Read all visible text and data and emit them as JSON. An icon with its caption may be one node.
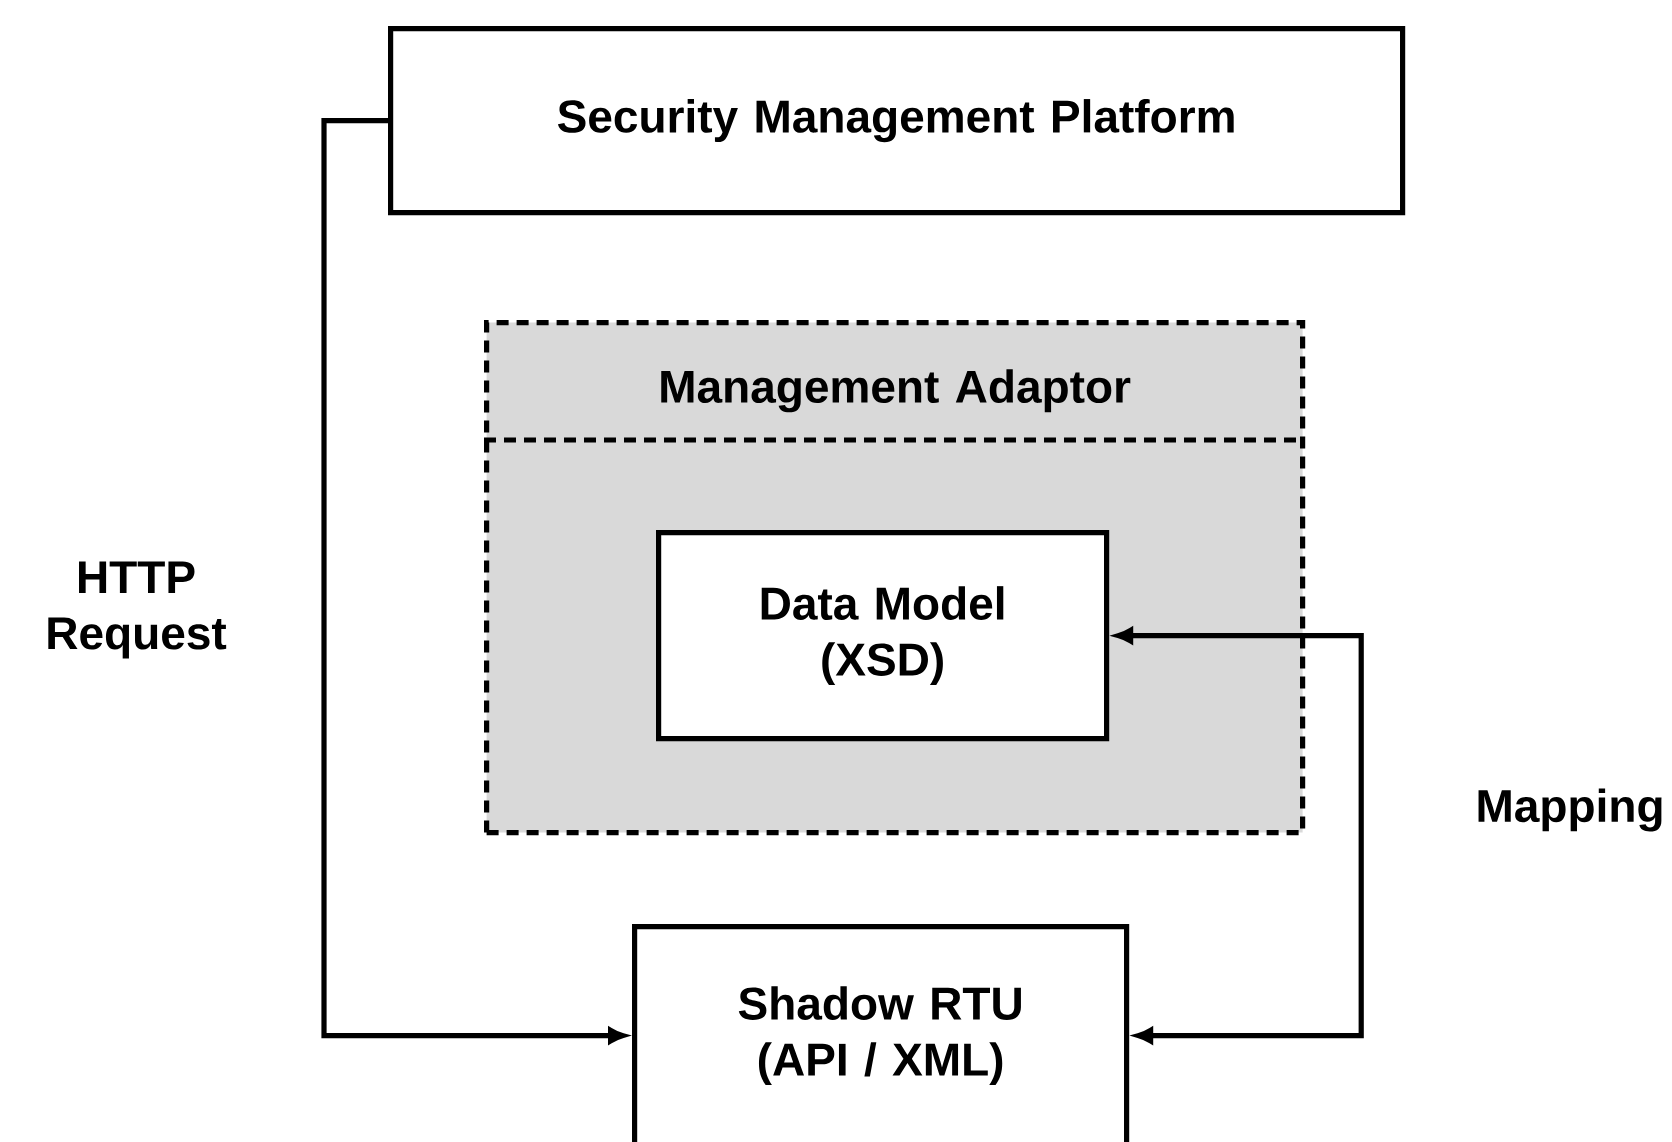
{
  "diagram": {
    "nodes": [
      {
        "text": [
          "Security Management Platform"
        ]
      },
      {
        "text": [
          "Management Adaptor"
        ]
      },
      {
        "text": [
          "Data Model (XSD)"
        ],
        "in": 1
      },
      {
        "text": [
          "Shadow RTU (API / XML)"
        ]
      }
    ],
    "edges": [
      {
        "from": 0,
        "to": 3,
        "arrow": "to",
        "label": "HTTP Request"
      },
      {
        "from": 3,
        "to": 2,
        "arrow": "both",
        "label": "Mapping"
      }
    ]
  }
}
